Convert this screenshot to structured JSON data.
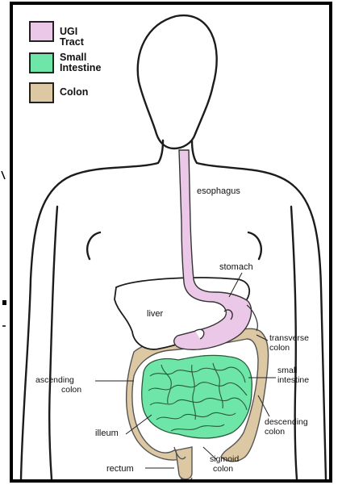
{
  "colors": {
    "ugi_tract": "#ecc8e8",
    "small_intestine": "#6ee6a8",
    "colon": "#dcc8a2",
    "body_outline": "#1c1c1c",
    "organ_fill": "#ffffff"
  },
  "legend": {
    "items": [
      {
        "label_lines": [
          "UGI Tract"
        ],
        "color": "#ecc8e8"
      },
      {
        "label_lines": [
          "Small",
          "Intestine"
        ],
        "color": "#6ee6a8"
      },
      {
        "label_lines": [
          "Colon"
        ],
        "color": "#dcc8a2"
      }
    ]
  },
  "labels": {
    "esophagus": "esophagus",
    "stomach": "stomach",
    "liver": "liver",
    "transverse_colon": [
      "transverse",
      "colon"
    ],
    "small_intestine": [
      "small",
      "intestine"
    ],
    "ascending_colon": [
      "ascending",
      "colon"
    ],
    "illeum": "illeum",
    "descending_colon": [
      "descending",
      "colon"
    ],
    "rectum": "rectum",
    "sigmoid_colon": [
      "sigmoid",
      "colon"
    ]
  }
}
